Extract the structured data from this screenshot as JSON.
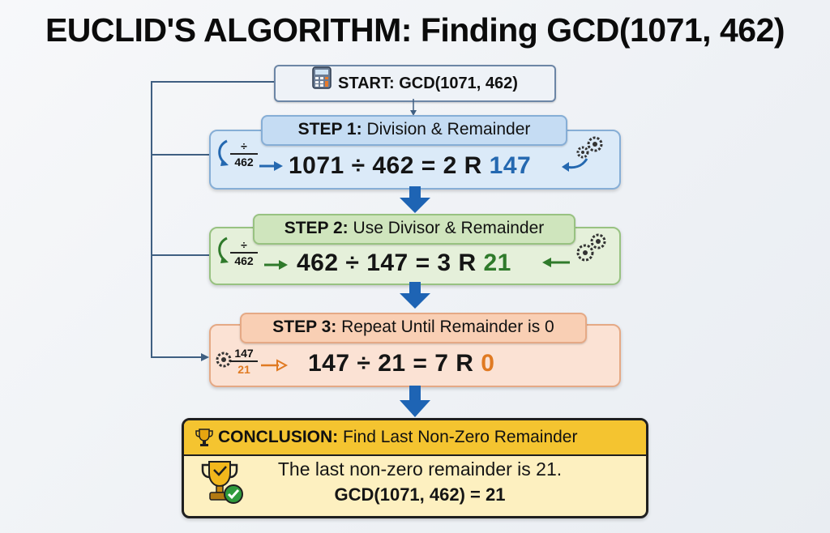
{
  "title": "EUCLID'S ALGORITHM: Finding GCD(1071, 462)",
  "start": {
    "label": "START: GCD(1071, 462)"
  },
  "steps": [
    {
      "tag": "STEP 1:",
      "desc": "Division & Remainder",
      "equation": "1071 ÷ 462 = 2  R",
      "remainder": "147",
      "frac_top": "÷",
      "frac_bottom": "462"
    },
    {
      "tag": "STEP 2:",
      "desc": "Use Divisor & Remainder",
      "equation": "462 ÷ 147 = 3  R",
      "remainder": "21",
      "frac_top": "÷",
      "frac_bottom": "462"
    },
    {
      "tag": "STEP 3:",
      "desc": "Repeat Until Remainder is 0",
      "equation": "147 ÷ 21 = 7  R",
      "remainder": "0",
      "frac_top": "147",
      "frac_bottom": "21"
    }
  ],
  "conclusion": {
    "tag": "CONCLUSION:",
    "desc": "Find Last Non-Zero Remainder",
    "line1": "The last non-zero remainder is 21.",
    "line2": "GCD(1071, 462) = 21"
  },
  "colors": {
    "step1": "#dbeaf8",
    "step1_accent": "#2468b0",
    "step2": "#e5f0da",
    "step2_accent": "#2f7a2b",
    "step3": "#fbe2d4",
    "step3_accent": "#e07a22",
    "conclusion": "#fdf0c0",
    "conclusion_header": "#f4c430",
    "down_arrow": "#1e64b4"
  }
}
